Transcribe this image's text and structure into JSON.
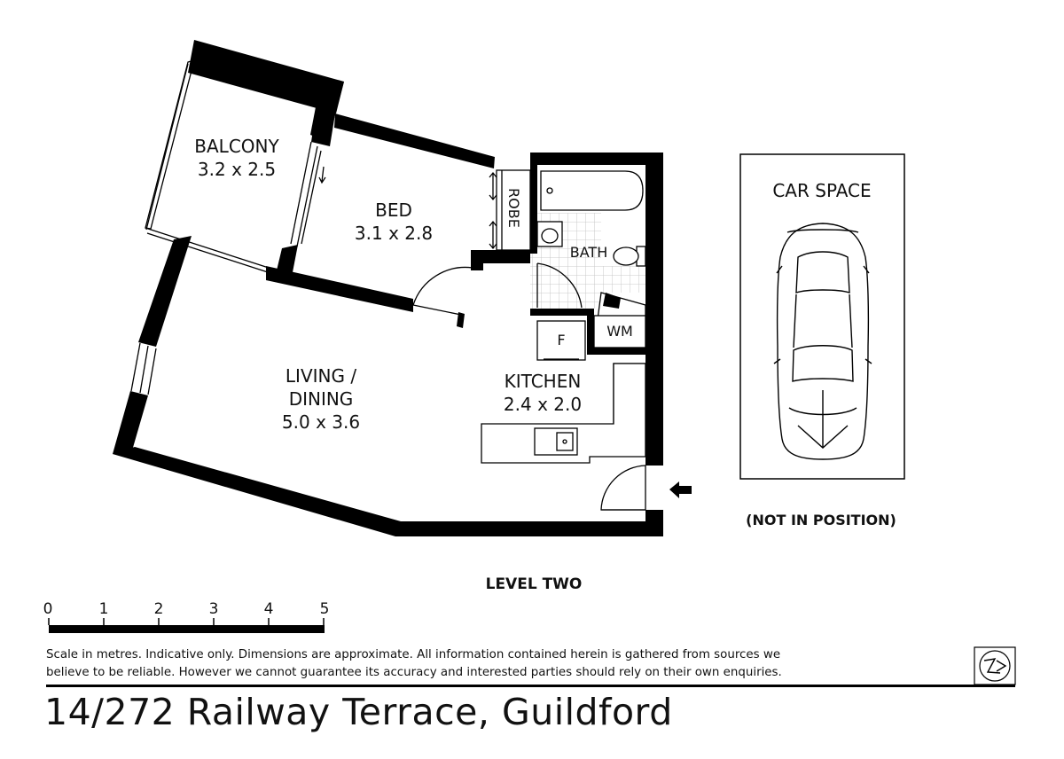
{
  "rooms": {
    "balcony": {
      "name": "BALCONY",
      "size": "3.2 x 2.5"
    },
    "bed": {
      "name": "BED",
      "size": "3.1 x 2.8"
    },
    "robe": {
      "name": "ROBE"
    },
    "bath": {
      "name": "BATH"
    },
    "wm": {
      "name": "WM"
    },
    "fridge": {
      "name": "F"
    },
    "kitchen": {
      "name": "KITCHEN",
      "size": "2.4 x 2.0"
    },
    "living": {
      "line1": "LIVING /",
      "line2": "DINING",
      "size": "5.0 x 3.6"
    }
  },
  "car_space": {
    "label": "CAR SPACE",
    "note": "(NOT IN POSITION)"
  },
  "level": "LEVEL TWO",
  "scale": {
    "ticks": [
      "0",
      "1",
      "2",
      "3",
      "4",
      "5"
    ],
    "unit": "metres"
  },
  "disclaimer": {
    "line1": "Scale in metres. Indicative only. Dimensions are approximate. All information contained herein is gathered from sources we",
    "line2": "believe to be reliable. However we cannot guarantee  its accuracy and interested parties should rely on their own enquiries."
  },
  "address": "14/272 Railway Terrace, Guildford",
  "colors": {
    "walls": "#000000",
    "tiles": "#bdbdbd",
    "background": "#ffffff"
  },
  "icons": [
    "entry-arrow-icon",
    "car-icon",
    "logo-icon"
  ]
}
